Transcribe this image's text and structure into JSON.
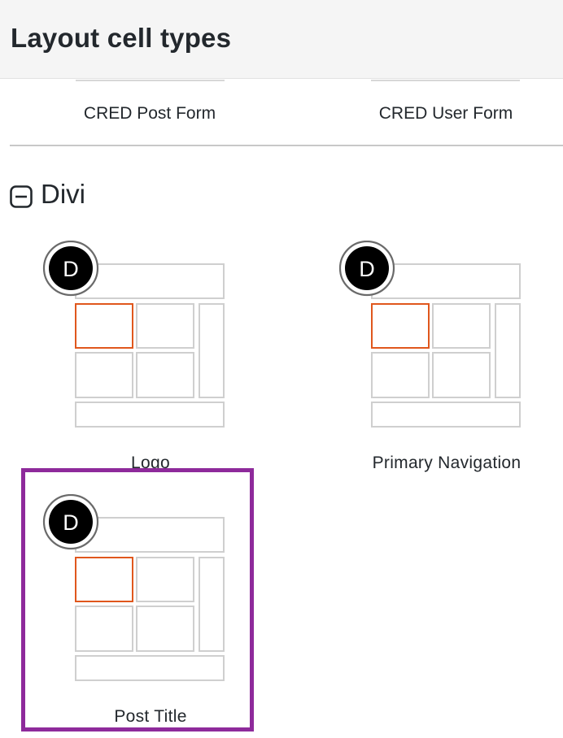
{
  "header": {
    "title": "Layout cell types"
  },
  "previous_section": {
    "items": [
      {
        "label": "CRED Post Form"
      },
      {
        "label": "CRED User Form"
      }
    ]
  },
  "divi_section": {
    "title": "Divi",
    "toggle_icon": "collapse-minus-icon",
    "items": [
      {
        "label": "Logo",
        "badge": "D"
      },
      {
        "label": "Primary Navigation",
        "badge": "D"
      },
      {
        "label": "Post Title",
        "badge": "D",
        "highlighted": true
      }
    ]
  },
  "colors": {
    "highlight_border": "#8e2a9b",
    "active_cell_outline": "#e0571d",
    "cell_outline": "#cfcfcf",
    "badge_fill": "#000000"
  }
}
